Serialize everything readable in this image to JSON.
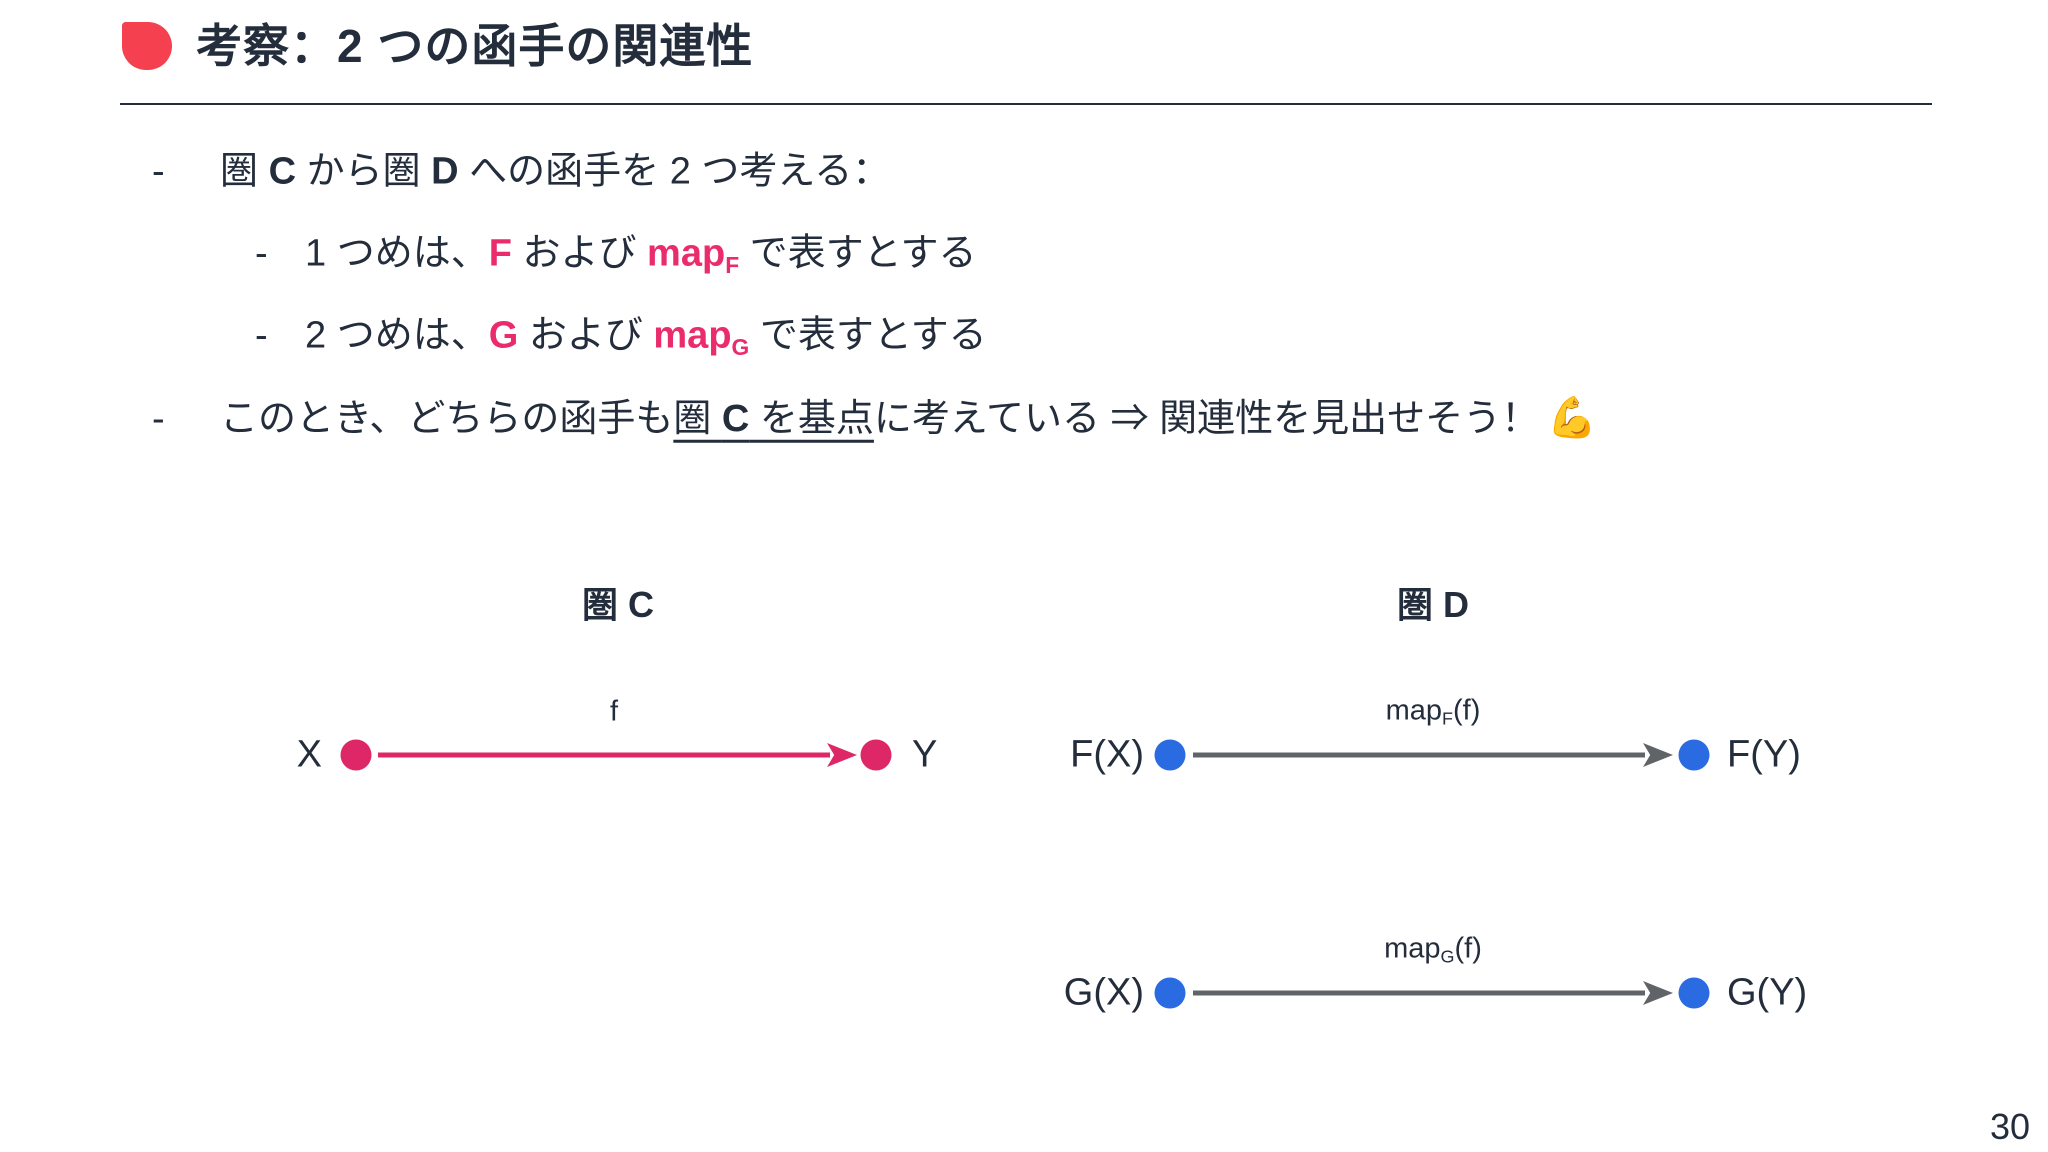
{
  "slide": {
    "title": "考察：2 つの函手の関連性",
    "page_number": "30",
    "colors": {
      "ink": "#242d3c",
      "accent": "#f4404f",
      "pink": "#ea2c6d",
      "pinkShape": "#dd2766",
      "blue": "#2b6be2",
      "gray": "#606468"
    }
  },
  "bullets": {
    "marker": "-",
    "b1": {
      "seg1": "圏 ",
      "c": "C",
      "seg2": " から圏 ",
      "d": "D",
      "seg3": " への函手を 2 つ考える："
    },
    "sub1": {
      "seg1": "1 つめは、",
      "f": "F",
      "seg2": " および ",
      "map": "map",
      "sub": "F",
      "seg3": " で表すとする"
    },
    "sub2": {
      "seg1": "2 つめは、",
      "g": "G",
      "seg2": " および ",
      "map": "map",
      "sub": "G",
      "seg3": " で表すとする"
    },
    "b2": {
      "seg1": "このとき、どちらの函手も",
      "u1": "圏 ",
      "uc": "C",
      "u2": " を基点",
      "seg2": "に考えている ⇒ 関連性を見出せそう！",
      "emoji": "💪"
    }
  },
  "diagram_c": {
    "title": "圏 C",
    "source": "X",
    "target": "Y",
    "arrow_label": "f"
  },
  "diagram_d": {
    "title": "圏 D",
    "rows": [
      {
        "source": "F(X)",
        "target": "F(Y)",
        "label_prefix": "map",
        "label_sub": "F",
        "label_suffix": "(f)"
      },
      {
        "source": "G(X)",
        "target": "G(Y)",
        "label_prefix": "map",
        "label_sub": "G",
        "label_suffix": "(f)"
      }
    ]
  }
}
